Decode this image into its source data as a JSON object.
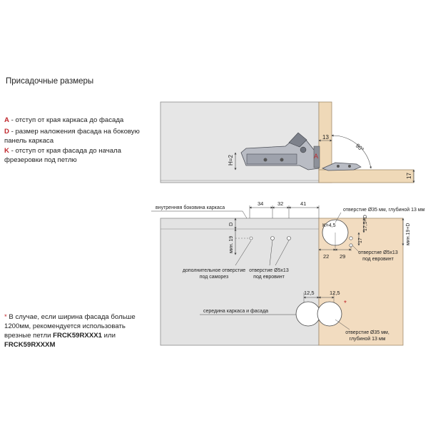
{
  "title": "Присадочные размеры",
  "legend": [
    {
      "key": "A",
      "text": " - отступ от края каркаса до фасада"
    },
    {
      "key": "D",
      "text": " - размер наложения фасада на боковую панель каркаса"
    },
    {
      "key": "K",
      "text": " - отступ от края фасада до начала фрезеровки под петлю"
    }
  ],
  "note": {
    "star": "*",
    "text": " В случае, если ширина фасада больше 1200мм, рекомендуется использовать врезные петли ",
    "bold": "FRCK59RXXX1",
    "mid": " или ",
    "bold2": "FRCK59RXXXM"
  },
  "top_view": {
    "dim_13": "13",
    "dim_angle": "90°",
    "dim_17": "17",
    "dim_h": "H=2",
    "label_A": "A"
  },
  "drill_view": {
    "label_inner_side": "внутренняя боковина каркаса",
    "dim_34": "34",
    "dim_32": "32",
    "dim_41": "41",
    "dim_D": "D",
    "dim_min19": "мин. 19",
    "label_extra_hole": "дополнительное отверстие под саморез",
    "label_hole5": "отверстие Ø5х13 под евровинт",
    "label_hole35_top": "отверстие Ø35 мм, глубиной 13 мм",
    "dim_K": "K=4,5",
    "dim_17_5": "17,5+D",
    "dim_17": "17",
    "dim_min19D": "мин.19+D",
    "dim_22": "22",
    "dim_29": "29",
    "label_hole5_right": "отверстие Ø5х13 под евровинт",
    "dim_12_5_left": "12,5",
    "dim_12_5_right": "12,5",
    "label_center": "середина каркаса и фасада",
    "star": "*",
    "label_hole35_bottom": "отверстие Ø35 мм, глубиной 13 мм"
  },
  "colors": {
    "carcass": "#e3e3e3",
    "facade": "#f2dcc0",
    "accent": "#c0282d",
    "line": "#555555"
  }
}
